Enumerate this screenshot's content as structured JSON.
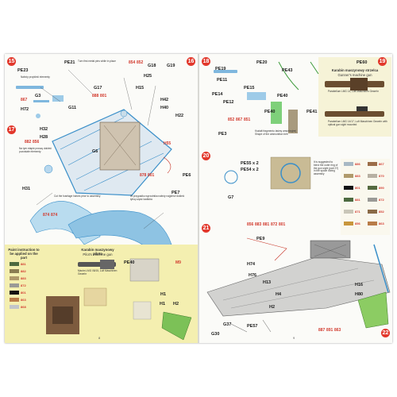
{
  "colors": {
    "accent_red": "#e2372b",
    "part_red": "#d23a2e",
    "panel_yellow": "#f4efb0",
    "frame_blue": "#3a8fc9",
    "wire_red": "#c73426",
    "photo_brown": "#7d5b3e"
  },
  "left_page": {
    "page_number": "8",
    "steps": [
      {
        "num": "15"
      },
      {
        "num": "16"
      },
      {
        "num": "17"
      }
    ],
    "parts": [
      "PE21",
      "PE23",
      "H72",
      "G3",
      "G18",
      "G19",
      "G17",
      "G11",
      "H42",
      "H40",
      "H22",
      "H15",
      "H25",
      "PE6",
      "H32",
      "H28",
      "G6",
      "H31",
      "PE7",
      "H1"
    ],
    "red_codes": [
      "854",
      "852",
      "867",
      "888",
      "801",
      "882",
      "856",
      "H55",
      "878",
      "801",
      "874",
      "874",
      "M9"
    ],
    "notes": {
      "n1": "Turn first metal pins while in place",
      "n2": "Należy przykleić elementy",
      "n3": "Na tym etapie proszę dokleić pozostałe elementy",
      "n4": "Cut the fuselage halves prior to assembly",
      "n5": "W przypadku wyrzutnika należy najpierw dokleić tylną część kadłuba"
    },
    "color_guide_title": "Paint instruction to be applied on the part",
    "machine_gun_title": "Karabin maszynowy pilota",
    "machine_gun_sub": "Pilot's machine gun",
    "mg_model": "Maxim LMG 08/15, Luft Maschinen Gewehr",
    "pe_labels": [
      "PE40",
      "H1",
      "H2"
    ],
    "swatches": [
      {
        "code": "881",
        "color": "#4d6a3f"
      },
      {
        "code": "882",
        "color": "#8b7d52"
      },
      {
        "code": "883",
        "color": "#b09a6b"
      },
      {
        "code": "872",
        "color": "#9a9a96"
      },
      {
        "code": "801",
        "color": "#121212"
      },
      {
        "code": "863",
        "color": "#b87c48"
      },
      {
        "code": "868",
        "color": "#c2c6c9"
      }
    ]
  },
  "right_page": {
    "page_number": "9",
    "steps": [
      {
        "num": "18"
      },
      {
        "num": "19"
      },
      {
        "num": "20"
      },
      {
        "num": "21"
      },
      {
        "num": "22"
      }
    ],
    "parts": [
      "PE19",
      "PE20",
      "PE11",
      "PE14",
      "PE12",
      "PE15",
      "PE3",
      "PE41",
      "PE43",
      "PE40",
      "PE40",
      "G7",
      "PE9",
      "H4",
      "H2",
      "G30",
      "PE57",
      "G37",
      "H74",
      "H76",
      "H13",
      "H16",
      "H80"
    ],
    "red_codes": [
      "852",
      "867",
      "851",
      "856",
      "883",
      "881",
      "872",
      "801",
      "887",
      "891",
      "863"
    ],
    "gun_panel_title": "Karabin maszynowy strzelca",
    "gun_panel_sub": "Gunner's machine gun",
    "gun_model_1": "Parabellum LMG 14, Luft Maschinen Gewehr",
    "gun_model_2": "Parabellum LMG 14/17, Luft Maschinen Gewehr with optical gun sight mounted",
    "pe_label": "PE60",
    "callout_1": "PE55 x 2",
    "callout_2": "PE54 x 2",
    "note_ammo": "Kształt fragmentu taśmy amunicyjnej Shape of the ammunition belt",
    "note_sight": "It is suggested to bend the outer ring of the gun sight (part 37) in the space during assembly",
    "swatch_codes": [
      "886",
      "867",
      "883",
      "870",
      "801",
      "890",
      "881",
      "872",
      "871",
      "852",
      "856",
      "863"
    ]
  }
}
